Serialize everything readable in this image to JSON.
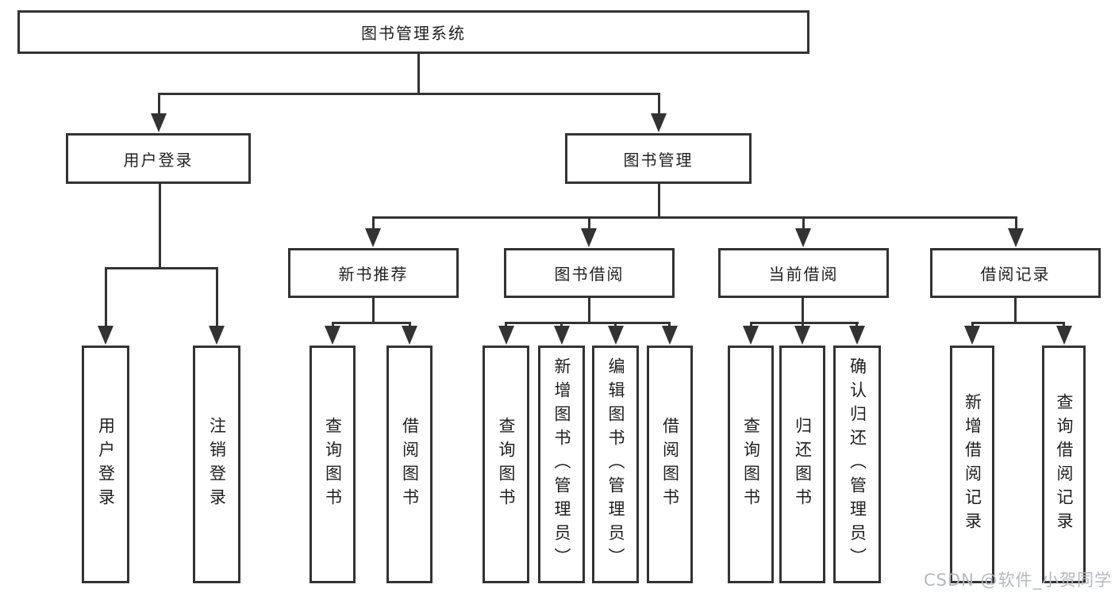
{
  "colors": {
    "line": "#333333",
    "text": "#1f1f1f",
    "watermark": "#b4b8bd",
    "background": "#ffffff"
  },
  "tree": {
    "root": "图书管理系统",
    "branches": [
      {
        "label": "用户登录",
        "children": [
          "用户登录",
          "注销登录"
        ]
      },
      {
        "label": "图书管理",
        "sections": [
          {
            "label": "新书推荐",
            "children": [
              "查询图书",
              "借阅图书"
            ]
          },
          {
            "label": "图书借阅",
            "children": [
              "查询图书",
              "新增图书（管理员）",
              "编辑图书（管理员）",
              "借阅图书"
            ]
          },
          {
            "label": "当前借阅",
            "children": [
              "查询图书",
              "归还图书",
              "确认归还（管理员）"
            ]
          },
          {
            "label": "借阅记录",
            "children": [
              "新增借阅记录",
              "查询借阅记录"
            ]
          }
        ]
      }
    ]
  },
  "watermark": "CSDN @软件_小贺同学"
}
